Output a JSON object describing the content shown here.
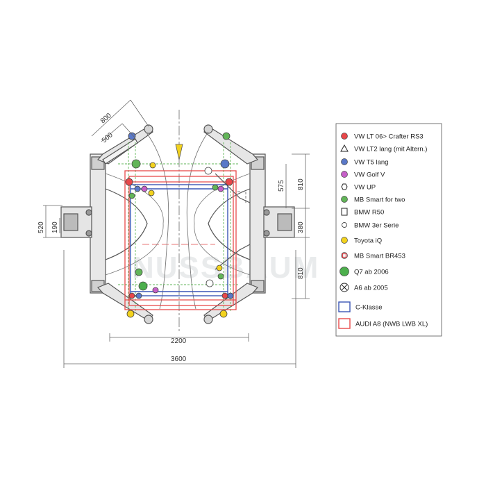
{
  "dimensions": {
    "arm_outer": "800",
    "arm_inner": "500",
    "left_height_outer": "520",
    "left_height_inner": "190",
    "right_top_inner": "575",
    "right_top_outer": "810",
    "right_middle": "380",
    "right_bottom": "810",
    "width_inner": "2200",
    "width_outer": "3600"
  },
  "watermark": "NUSSBAUM",
  "legend": {
    "items": [
      {
        "symbol": "circle-filled",
        "color": "#e8474a",
        "label": "VW LT 06> Crafter RS3"
      },
      {
        "symbol": "triangle",
        "color": "#222222",
        "label": "VW LT2 lang (mit Altern.)"
      },
      {
        "symbol": "circle-filled",
        "color": "#5a78c8",
        "label": "VW T5 lang"
      },
      {
        "symbol": "circle-filled",
        "color": "#c65fc8",
        "label": "VW Golf V"
      },
      {
        "symbol": "hexagon",
        "color": "#222222",
        "label": "VW UP"
      },
      {
        "symbol": "circle-filled",
        "color": "#62b558",
        "label": "MB Smart for two"
      },
      {
        "symbol": "square",
        "color": "#222222",
        "label": "BMW R50"
      },
      {
        "symbol": "circle-small",
        "color": "#222222",
        "label": "BMW 3er Serie"
      },
      {
        "symbol": "circle-yellow",
        "color": "#f2d21e",
        "label": "Toyota iQ"
      },
      {
        "symbol": "square-red",
        "color": "#d8333a",
        "label": "MB Smart BR453"
      },
      {
        "symbol": "circle-large-green",
        "color": "#4caf4c",
        "label": "Q7 ab 2006"
      },
      {
        "symbol": "circle-cross",
        "color": "#222222",
        "label": "A6 ab 2005"
      },
      {
        "symbol": "rect-blue",
        "color": "#3a55b5",
        "label": "C-Klasse"
      },
      {
        "symbol": "rect-red",
        "color": "#e84a4a",
        "label": "AUDI A8 (NWB LWB XL)"
      }
    ]
  }
}
